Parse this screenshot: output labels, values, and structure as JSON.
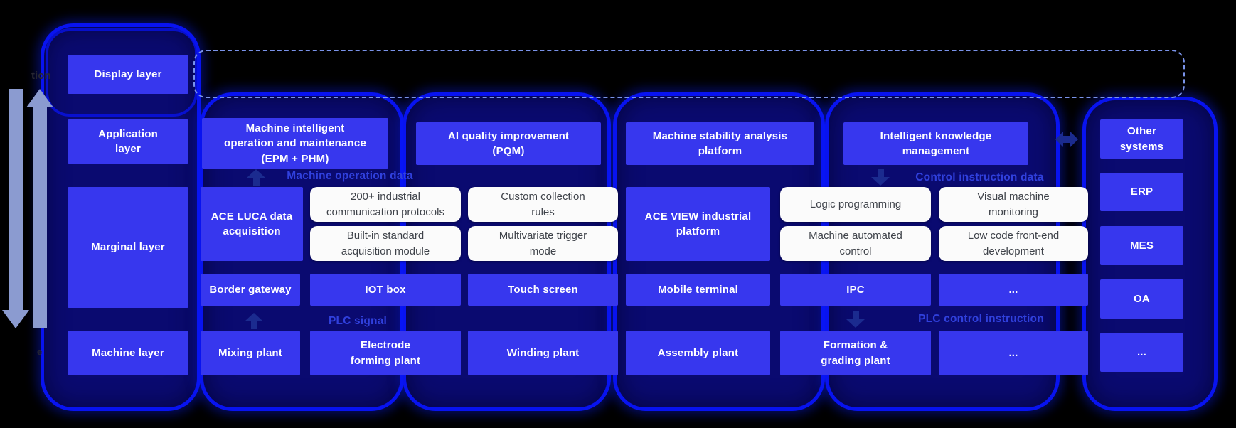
{
  "colors": {
    "page_bg": "#000000",
    "box_blue": "#3737ee",
    "box_text": "#ffffff",
    "white_bg": "#fbfbfb",
    "white_text": "#3f434a",
    "capsule_fill": "#0a0a70",
    "capsule_border": "#0813f0",
    "flow_label": "#3040dd",
    "small_arrow": "#1b2b8f",
    "tall_arrow": "#8b9bd0",
    "dashed_border": "#7a93ea"
  },
  "fragments": {
    "top_left": "tion",
    "bottom_left": "e"
  },
  "layer_column": {
    "display": "Display layer",
    "application": "Application\nlayer",
    "marginal": "Marginal layer",
    "machine": "Machine layer"
  },
  "application_row": {
    "epm": "Machine intelligent\noperation and maintenance\n(EPM + PHM)",
    "pqm": "AI quality improvement\n(PQM)",
    "stability": "Machine stability analysis\nplatform",
    "knowledge": "Intelligent knowledge\nmanagement"
  },
  "flow_labels": {
    "machine_operation_data": "Machine operation data",
    "control_instruction_data": "Control instruction data",
    "plc_signal": "PLC signal",
    "plc_control_instruction": "PLC control instruction"
  },
  "edge_layer": {
    "ace_luca": "ACE LUCA data\nacquisition",
    "ace_view": "ACE VIEW industrial\nplatform",
    "features": {
      "protocols": "200+ industrial\ncommunication protocols",
      "custom_rules": "Custom collection\nrules",
      "builtin_module": "Built-in standard\nacquisition module",
      "multivariate": "Multivariate trigger\nmode",
      "logic_programming": "Logic programming",
      "visual_monitoring": "Visual machine\nmonitoring",
      "automated_control": "Machine automated\ncontrol",
      "low_code": "Low code front-end\ndevelopment"
    },
    "devices": {
      "border_gateway": "Border gateway",
      "iot_box": "IOT box",
      "touch_screen": "Touch screen",
      "mobile_terminal": "Mobile terminal",
      "ipc": "IPC",
      "more": "..."
    }
  },
  "machine_row": {
    "mixing": "Mixing plant",
    "electrode": "Electrode\nforming plant",
    "winding": "Winding plant",
    "assembly": "Assembly plant",
    "formation": "Formation &\ngrading plant",
    "more": "...",
    "more_right": "..."
  },
  "right_column": {
    "other_systems": "Other\nsystems",
    "erp": "ERP",
    "mes": "MES",
    "oa": "OA",
    "more": "..."
  }
}
